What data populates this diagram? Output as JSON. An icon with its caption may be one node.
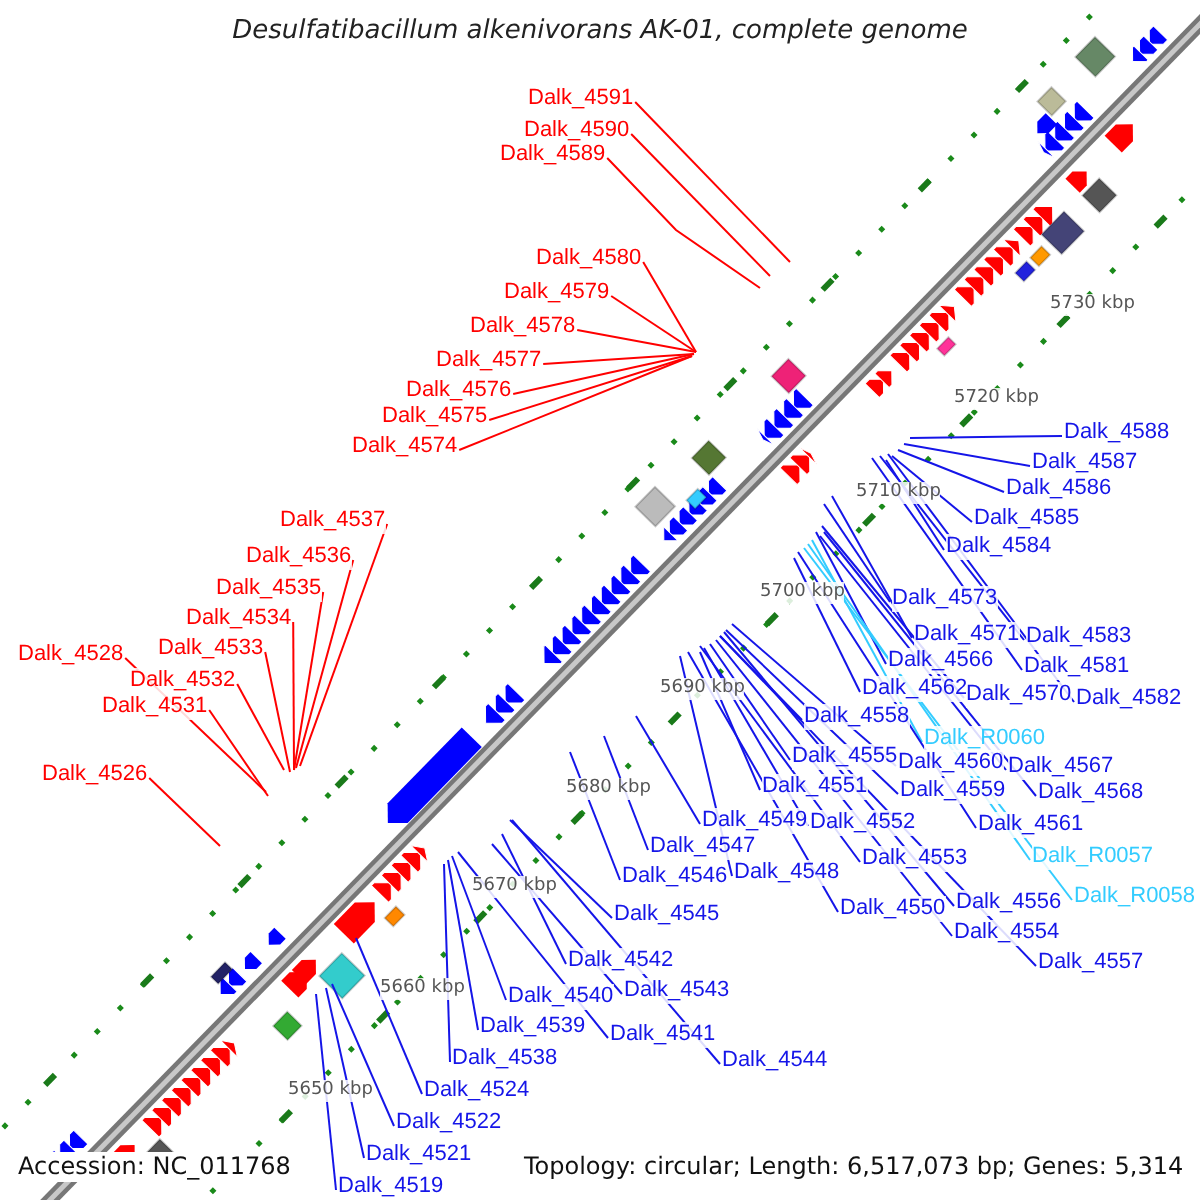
{
  "diagram": {
    "title": "Desulfatibacillum alkenivorans AK-01, complete genome",
    "nodes": [
      {
        "text": [
          "Dalk_4591"
        ]
      },
      {
        "text": [
          "Dalk_4590"
        ]
      },
      {
        "text": [
          "Dalk_4589"
        ]
      },
      {
        "text": [
          "Dalk_4580"
        ]
      },
      {
        "text": [
          "Dalk_4579"
        ]
      },
      {
        "text": [
          "Dalk_4578"
        ]
      },
      {
        "text": [
          "Dalk_4577"
        ]
      },
      {
        "text": [
          "Dalk_4576"
        ]
      },
      {
        "text": [
          "Dalk_4575"
        ]
      },
      {
        "text": [
          "Dalk_4574"
        ]
      },
      {
        "text": [
          "Dalk_4588"
        ]
      },
      {
        "text": [
          "Dalk_4587"
        ]
      },
      {
        "text": [
          "Dalk_4586"
        ]
      },
      {
        "text": [
          "Dalk_4585"
        ]
      },
      {
        "text": [
          "Dalk_4584"
        ]
      },
      {
        "text": [
          "Dalk_4537"
        ]
      },
      {
        "text": [
          "Dalk_4536"
        ]
      },
      {
        "text": [
          "Dalk_4535"
        ]
      },
      {
        "text": [
          "Dalk_4534"
        ]
      },
      {
        "text": [
          "Dalk_4533"
        ]
      },
      {
        "text": [
          "Dalk_4573"
        ]
      },
      {
        "text": [
          "Dalk_4571"
        ]
      },
      {
        "text": [
          "Dalk_4583"
        ]
      },
      {
        "text": [
          "Dalk_4528"
        ]
      },
      {
        "text": [
          "Dalk_4566"
        ]
      },
      {
        "text": [
          "Dalk_4581"
        ]
      },
      {
        "text": [
          "Dalk_4532"
        ]
      },
      {
        "text": [
          "Dalk_4562"
        ]
      },
      {
        "text": [
          "Dalk_4570"
        ]
      },
      {
        "text": [
          "Dalk_4582"
        ]
      },
      {
        "text": [
          "Dalk_4531"
        ]
      },
      {
        "text": [
          "Dalk_4558"
        ]
      },
      {
        "text": [
          "Dalk_R0060"
        ]
      },
      {
        "text": [
          "Dalk_4526"
        ]
      },
      {
        "text": [
          "Dalk_4555"
        ]
      },
      {
        "text": [
          "Dalk_4560"
        ]
      },
      {
        "text": [
          "Dalk_4567"
        ]
      },
      {
        "text": [
          "Dalk_4551"
        ]
      },
      {
        "text": [
          "Dalk_4559"
        ]
      },
      {
        "text": [
          "Dalk_4568"
        ]
      },
      {
        "text": [
          "Dalk_4549"
        ]
      },
      {
        "text": [
          "Dalk_4552"
        ]
      },
      {
        "text": [
          "Dalk_4561"
        ]
      },
      {
        "text": [
          "Dalk_4547"
        ]
      },
      {
        "text": [
          "Dalk_R0057"
        ]
      },
      {
        "text": [
          "Dalk_4553"
        ]
      },
      {
        "text": [
          "Dalk_4546"
        ]
      },
      {
        "text": [
          "Dalk_4548"
        ]
      },
      {
        "text": [
          "Dalk_R0058"
        ]
      },
      {
        "text": [
          "Dalk_4556"
        ]
      },
      {
        "text": [
          "Dalk_4550"
        ]
      },
      {
        "text": [
          "Dalk_4545"
        ]
      },
      {
        "text": [
          "Dalk_4554"
        ]
      },
      {
        "text": [
          "Dalk_4542"
        ]
      },
      {
        "text": [
          "Dalk_4557"
        ]
      },
      {
        "text": [
          "Dalk_4543"
        ]
      },
      {
        "text": [
          "Dalk_4540"
        ]
      },
      {
        "text": [
          "Dalk_4539"
        ]
      },
      {
        "text": [
          "Dalk_4541"
        ]
      },
      {
        "text": [
          "Dalk_4538"
        ]
      },
      {
        "text": [
          "Dalk_4544"
        ]
      },
      {
        "text": [
          "Dalk_4524"
        ]
      },
      {
        "text": [
          "Dalk_4522"
        ]
      },
      {
        "text": [
          "Dalk_4521"
        ]
      },
      {
        "text": [
          "Dalk_4519"
        ]
      }
    ],
    "edges": [
      {
        "from": 0,
        "to": null,
        "arrow": "none",
        "color": "#ff0000"
      },
      {
        "from": 1,
        "to": null,
        "arrow": "none",
        "color": "#ff0000"
      },
      {
        "from": 2,
        "to": null,
        "arrow": "none",
        "color": "#ff0000"
      },
      {
        "from": 3,
        "to": null,
        "arrow": "none",
        "color": "#ff0000"
      },
      {
        "from": 4,
        "to": null,
        "arrow": "none",
        "color": "#ff0000"
      },
      {
        "from": 5,
        "to": null,
        "arrow": "none",
        "color": "#ff0000"
      },
      {
        "from": 6,
        "to": null,
        "arrow": "none",
        "color": "#ff0000"
      },
      {
        "from": 7,
        "to": null,
        "arrow": "none",
        "color": "#ff0000"
      },
      {
        "from": 8,
        "to": null,
        "arrow": "none",
        "color": "#ff0000"
      },
      {
        "from": 9,
        "to": null,
        "arrow": "none",
        "color": "#ff0000"
      },
      {
        "from": 10,
        "to": null,
        "arrow": "none"
      },
      {
        "from": 11,
        "to": null,
        "arrow": "none"
      },
      {
        "from": 12,
        "to": null,
        "arrow": "none"
      },
      {
        "from": 13,
        "to": null,
        "arrow": "none"
      },
      {
        "from": 14,
        "to": null,
        "arrow": "none"
      },
      {
        "from": 15,
        "to": null,
        "arrow": "none",
        "color": "#ff0000"
      },
      {
        "from": 16,
        "to": null,
        "arrow": "none",
        "color": "#ff0000"
      },
      {
        "from": 17,
        "to": null,
        "arrow": "none",
        "color": "#ff0000"
      },
      {
        "from": 18,
        "to": null,
        "arrow": "none",
        "color": "#ff0000"
      },
      {
        "from": 19,
        "to": null,
        "arrow": "none",
        "color": "#ff0000"
      },
      {
        "from": 20,
        "to": null,
        "arrow": "none"
      },
      {
        "from": 21,
        "to": null,
        "arrow": "none"
      },
      {
        "from": 22,
        "to": null,
        "arrow": "none"
      },
      {
        "from": 23,
        "to": null,
        "arrow": "none",
        "color": "#ff0000"
      },
      {
        "from": 24,
        "to": null,
        "arrow": "none"
      },
      {
        "from": 25,
        "to": null,
        "arrow": "none"
      },
      {
        "from": 26,
        "to": null,
        "arrow": "none",
        "color": "#ff0000"
      },
      {
        "from": 27,
        "to": null,
        "arrow": "none"
      },
      {
        "from": 28,
        "to": null,
        "arrow": "none"
      },
      {
        "from": 29,
        "to": null,
        "arrow": "none"
      },
      {
        "from": 30,
        "to": null,
        "arrow": "none",
        "color": "#ff0000"
      },
      {
        "from": 31,
        "to": null,
        "arrow": "none"
      },
      {
        "from": 32,
        "to": null,
        "arrow": "none",
        "color": "#33ccff"
      },
      {
        "from": 33,
        "to": null,
        "arrow": "none",
        "color": "#ff0000"
      },
      {
        "from": 34,
        "to": null,
        "arrow": "none"
      },
      {
        "from": 35,
        "to": null,
        "arrow": "none"
      },
      {
        "from": 36,
        "to": null,
        "arrow": "none"
      },
      {
        "from": 37,
        "to": null,
        "arrow": "none"
      },
      {
        "from": 38,
        "to": null,
        "arrow": "none"
      },
      {
        "from": 39,
        "to": null,
        "arrow": "none"
      },
      {
        "from": 40,
        "to": null,
        "arrow": "none"
      },
      {
        "from": 41,
        "to": null,
        "arrow": "none"
      },
      {
        "from": 42,
        "to": null,
        "arrow": "none"
      },
      {
        "from": 43,
        "to": null,
        "arrow": "none"
      },
      {
        "from": 44,
        "to": null,
        "arrow": "none",
        "color": "#33ccff"
      },
      {
        "from": 45,
        "to": null,
        "arrow": "none"
      },
      {
        "from": 46,
        "to": null,
        "arrow": "none"
      },
      {
        "from": 47,
        "to": null,
        "arrow": "none"
      },
      {
        "from": 48,
        "to": null,
        "arrow": "none",
        "color": "#33ccff"
      },
      {
        "from": 49,
        "to": null,
        "arrow": "none"
      },
      {
        "from": 50,
        "to": null,
        "arrow": "none"
      },
      {
        "from": 51,
        "to": null,
        "arrow": "none"
      },
      {
        "from": 52,
        "to": null,
        "arrow": "none"
      },
      {
        "from": 53,
        "to": null,
        "arrow": "none"
      },
      {
        "from": 54,
        "to": null,
        "arrow": "none"
      },
      {
        "from": 55,
        "to": null,
        "arrow": "none"
      },
      {
        "from": 56,
        "to": null,
        "arrow": "none"
      },
      {
        "from": 57,
        "to": null,
        "arrow": "none"
      },
      {
        "from": 58,
        "to": null,
        "arrow": "none"
      },
      {
        "from": 59,
        "to": null,
        "arrow": "none"
      },
      {
        "from": 60,
        "to": null,
        "arrow": "none"
      },
      {
        "from": 61,
        "to": null,
        "arrow": "none"
      },
      {
        "from": 62,
        "to": null,
        "arrow": "none"
      },
      {
        "from": 63,
        "to": null,
        "arrow": "none"
      },
      {
        "from": 64,
        "to": null,
        "arrow": "none"
      }
    ],
    "labels": [
      "5730 kbp",
      "5720 kbp",
      "5710 kbp",
      "5700 kbp",
      "5690 kbp",
      "5680 kbp",
      "5670 kbp",
      "5660 kbp",
      "5650 kbp",
      "Accession: NC_011768",
      "Topology: circular; Length: 6,517,073 bp; Genes: 5,314"
    ]
  }
}
